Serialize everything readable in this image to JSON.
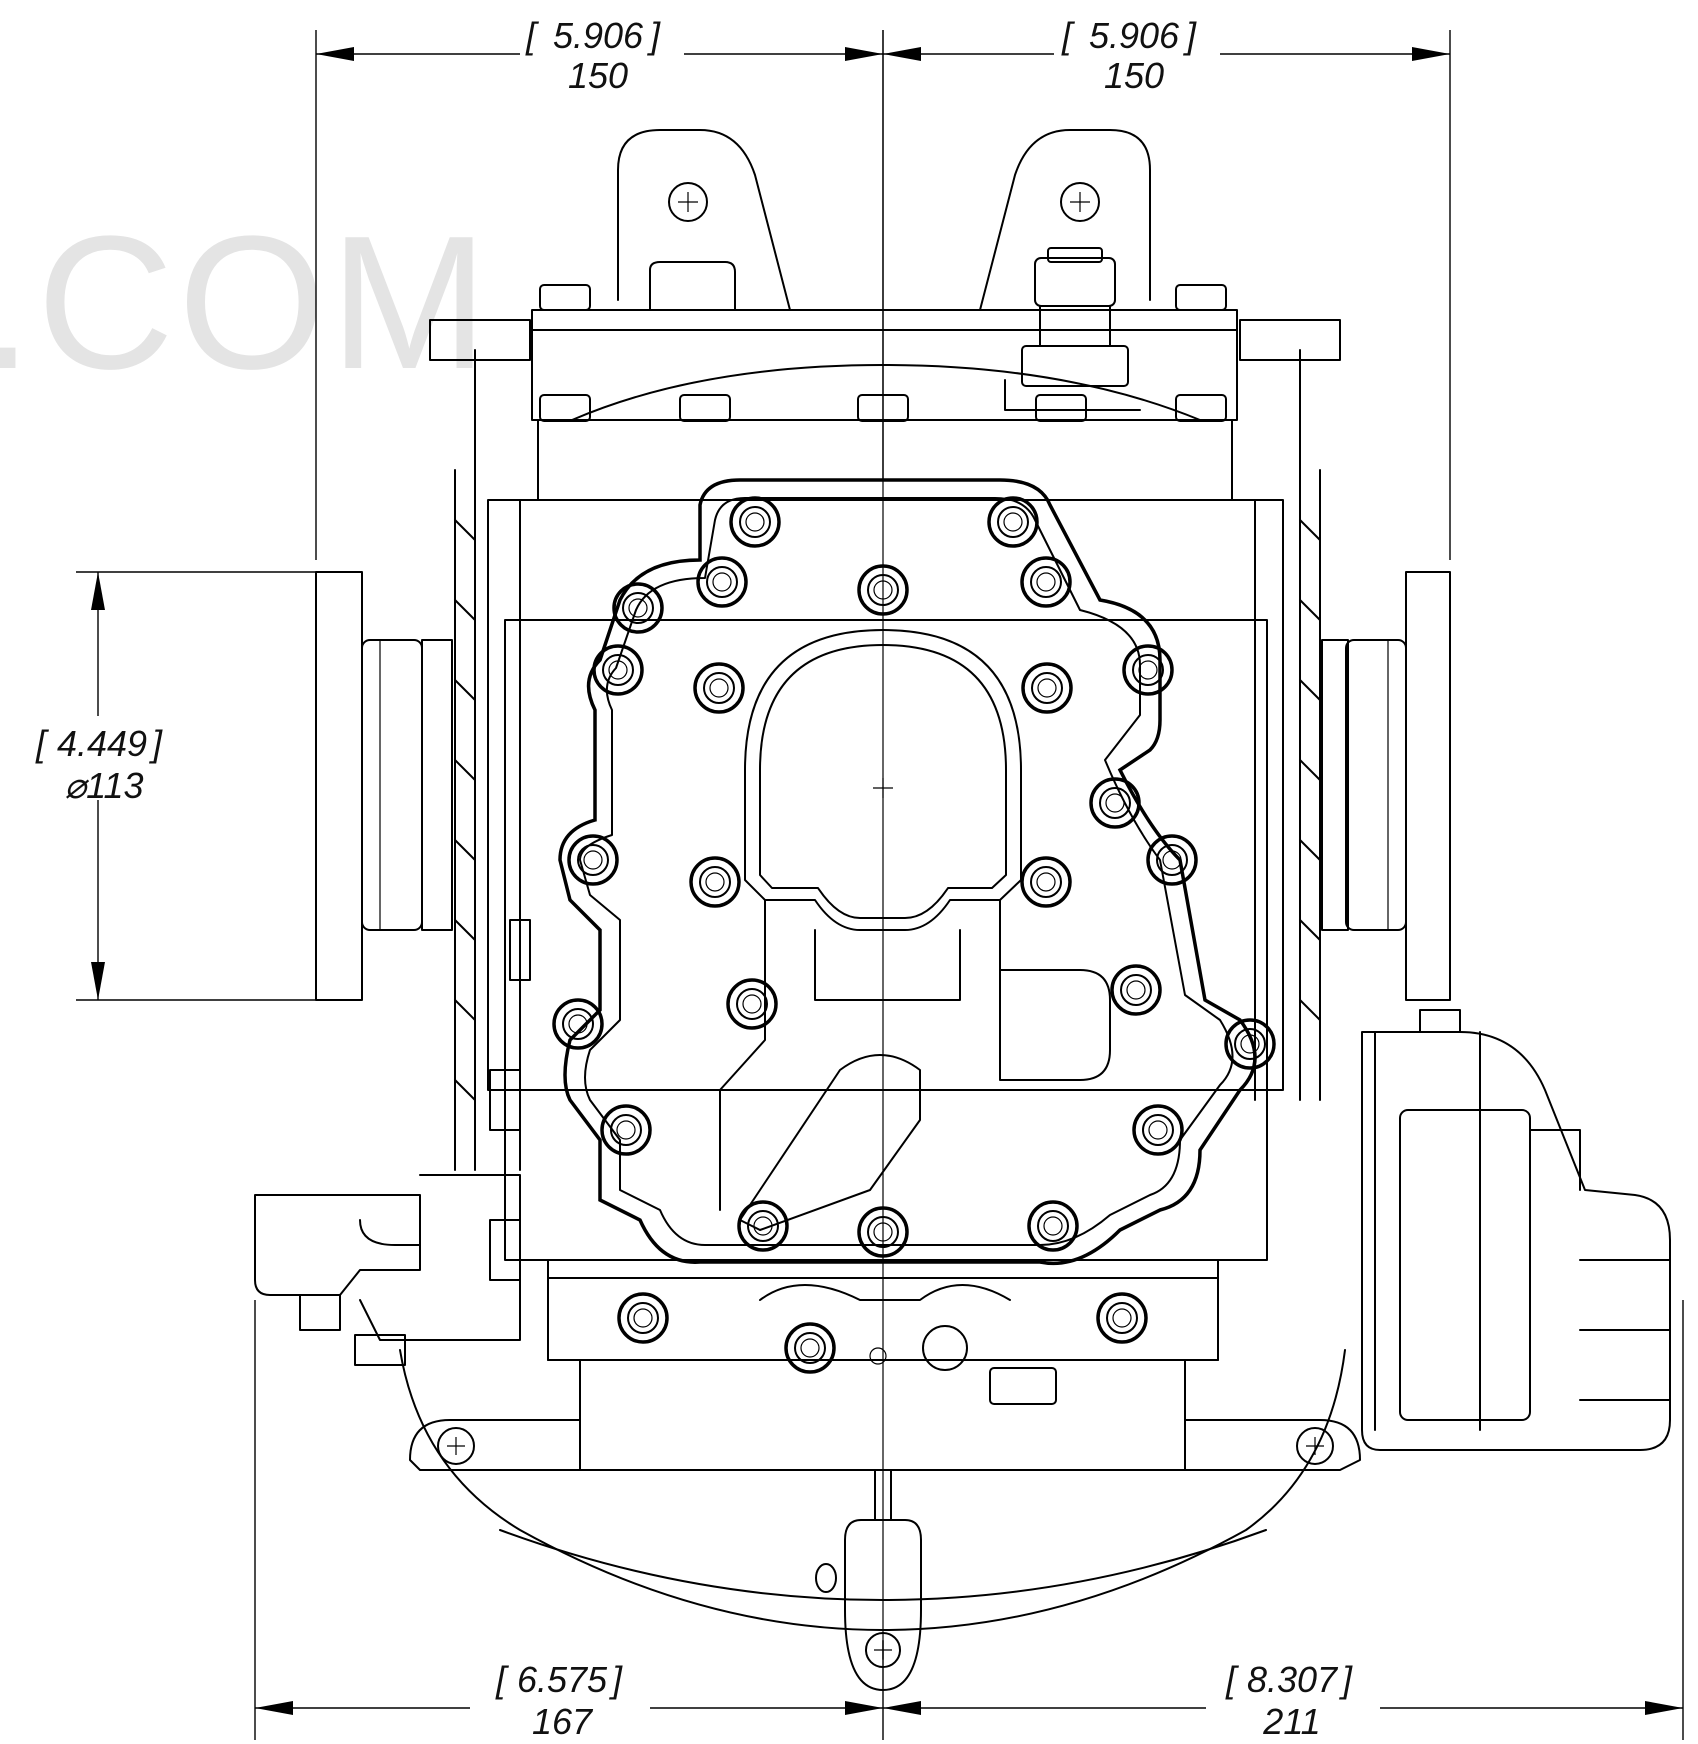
{
  "watermark": {
    "text": ".COM"
  },
  "dimensions": {
    "top_left": {
      "inch": "5.906",
      "mm": "150"
    },
    "top_right": {
      "inch": "5.906",
      "mm": "150"
    },
    "left_height": {
      "inch": "4.449",
      "mm": "⌀113"
    },
    "bottom_left": {
      "inch": "6.575",
      "mm": "167"
    },
    "bottom_right": {
      "inch": "8.307",
      "mm": "211"
    }
  }
}
